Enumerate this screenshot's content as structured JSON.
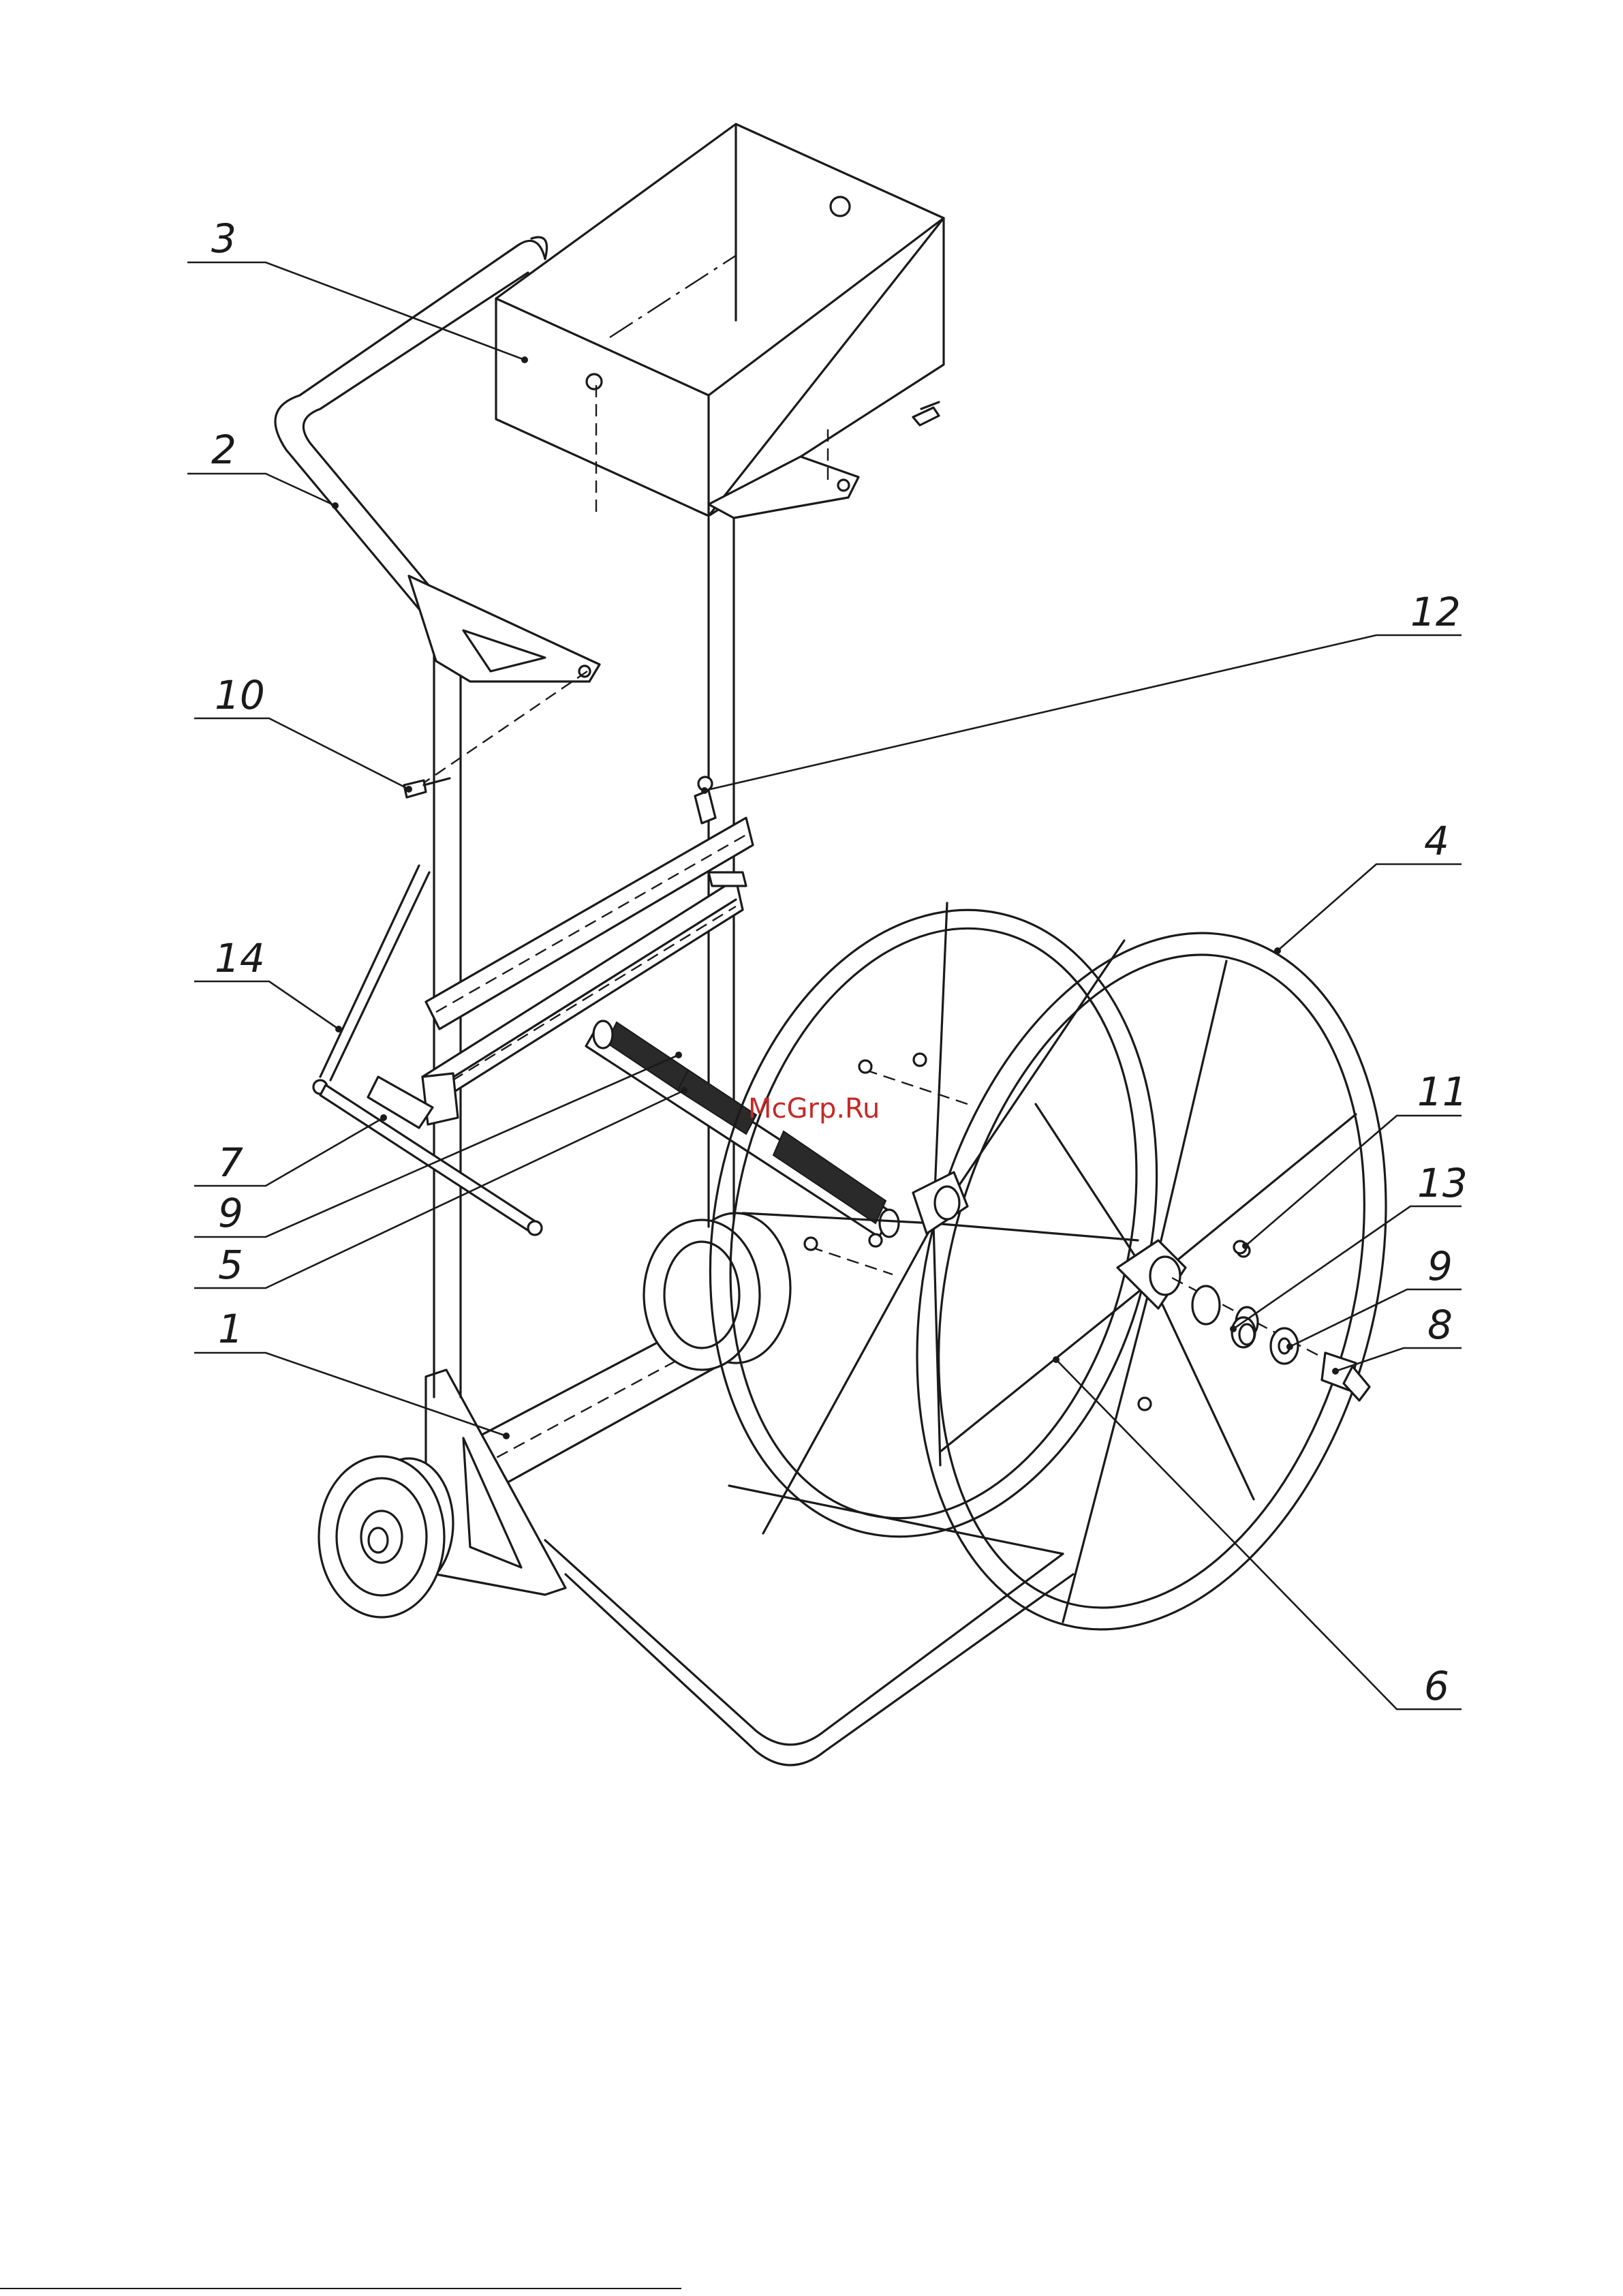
{
  "watermark": "McGrp.Ru",
  "callouts": [
    {
      "id": "callout-3",
      "label": "3"
    },
    {
      "id": "callout-2",
      "label": "2"
    },
    {
      "id": "callout-12",
      "label": "12"
    },
    {
      "id": "callout-10",
      "label": "10"
    },
    {
      "id": "callout-4",
      "label": "4"
    },
    {
      "id": "callout-14",
      "label": "14"
    },
    {
      "id": "callout-11",
      "label": "11"
    },
    {
      "id": "callout-7",
      "label": "7"
    },
    {
      "id": "callout-13",
      "label": "13"
    },
    {
      "id": "callout-9a",
      "label": "9"
    },
    {
      "id": "callout-9b",
      "label": "9"
    },
    {
      "id": "callout-8",
      "label": "8"
    },
    {
      "id": "callout-5",
      "label": "5"
    },
    {
      "id": "callout-1",
      "label": "1"
    },
    {
      "id": "callout-6",
      "label": "6"
    }
  ]
}
